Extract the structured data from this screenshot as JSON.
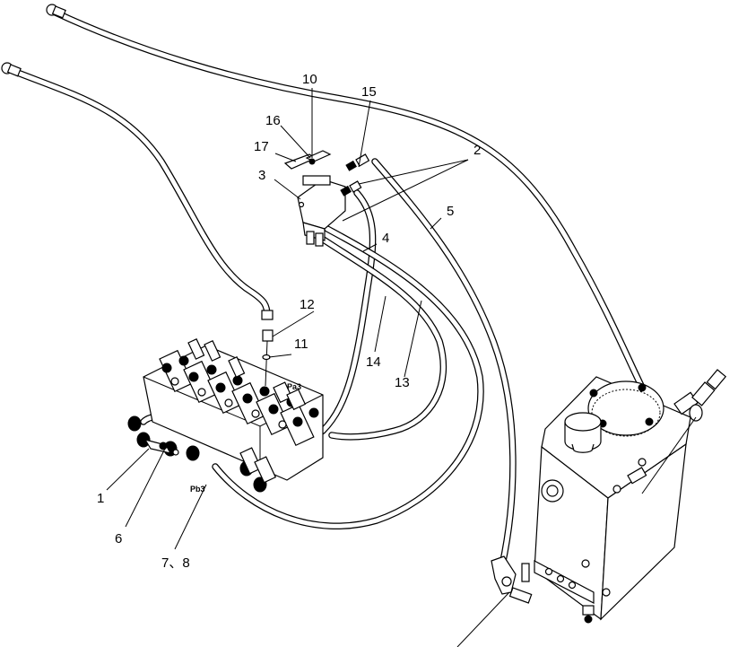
{
  "diagram": {
    "title": "Hydraulic piping assembly",
    "background": "#ffffff",
    "line_color": "#000000",
    "callouts": [
      {
        "id": "1",
        "label": "1"
      },
      {
        "id": "2",
        "label": "2"
      },
      {
        "id": "3",
        "label": "3"
      },
      {
        "id": "4",
        "label": "4"
      },
      {
        "id": "5",
        "label": "5"
      },
      {
        "id": "6",
        "label": "6"
      },
      {
        "id": "7-8",
        "label": "7、8"
      },
      {
        "id": "10",
        "label": "10"
      },
      {
        "id": "11",
        "label": "11"
      },
      {
        "id": "12",
        "label": "12"
      },
      {
        "id": "13",
        "label": "13"
      },
      {
        "id": "14",
        "label": "14"
      },
      {
        "id": "15",
        "label": "15"
      },
      {
        "id": "16",
        "label": "16"
      },
      {
        "id": "17",
        "label": "17"
      }
    ],
    "port_labels": {
      "pa3": "Pa3",
      "pb3": "Pb3"
    },
    "components": [
      "multi-way control valve",
      "pilot valve",
      "hydraulic tank",
      "hose assemblies",
      "return filter"
    ]
  }
}
